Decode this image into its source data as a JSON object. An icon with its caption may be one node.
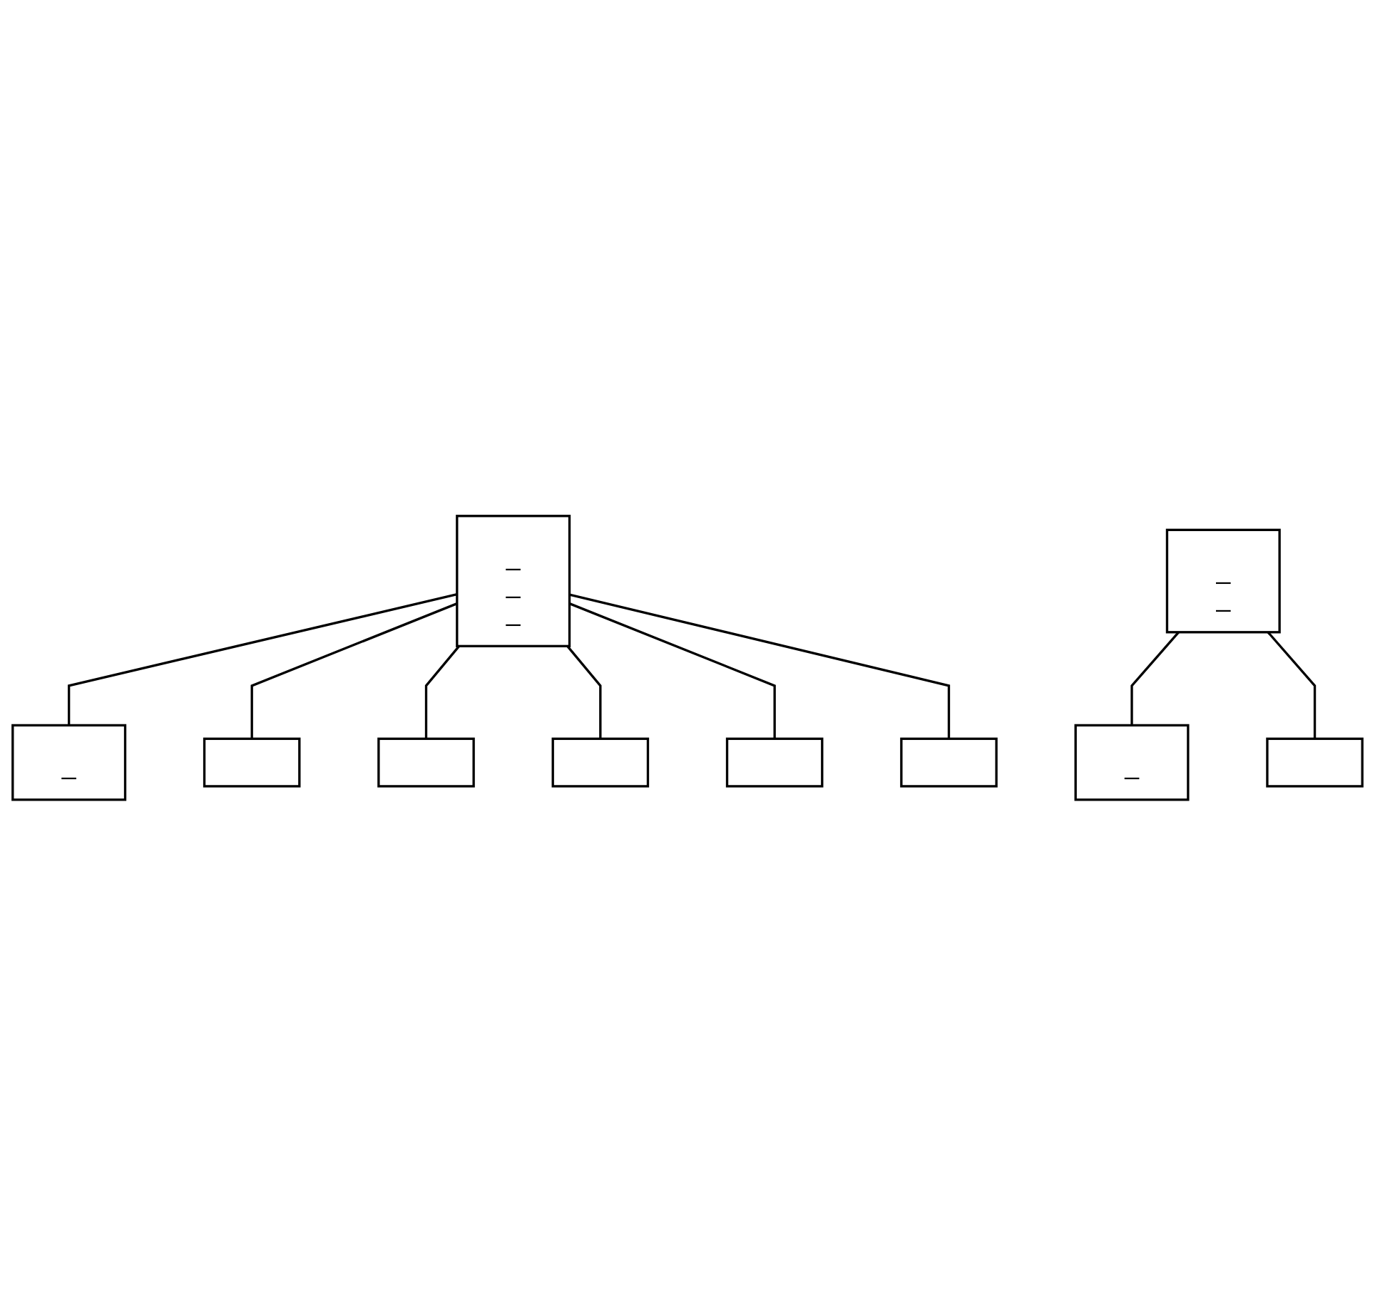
{
  "diagram": {
    "nodes": [
      {
        "text": [
          "_",
          "_",
          "_"
        ]
      },
      {
        "text": [
          "_"
        ]
      },
      {
        "text": [],
        "shape": "box"
      },
      {
        "text": [],
        "shape": "box"
      },
      {
        "text": [],
        "shape": "box"
      },
      {
        "text": [],
        "shape": "box"
      },
      {
        "text": [],
        "shape": "box"
      },
      {
        "text": [
          "_",
          "_"
        ]
      },
      {
        "text": [
          "_"
        ]
      },
      {
        "text": [],
        "shape": "box"
      }
    ],
    "edges": [
      {
        "from": 0,
        "to": 1,
        "arrow": "none"
      },
      {
        "from": 0,
        "to": 2,
        "arrow": "none"
      },
      {
        "from": 0,
        "to": 3,
        "arrow": "none"
      },
      {
        "from": 0,
        "to": 4,
        "arrow": "none"
      },
      {
        "from": 0,
        "to": 5,
        "arrow": "none"
      },
      {
        "from": 0,
        "to": 6,
        "arrow": "none"
      },
      {
        "from": 7,
        "to": 8,
        "arrow": "none"
      },
      {
        "from": 7,
        "to": 9,
        "arrow": "none"
      }
    ]
  }
}
